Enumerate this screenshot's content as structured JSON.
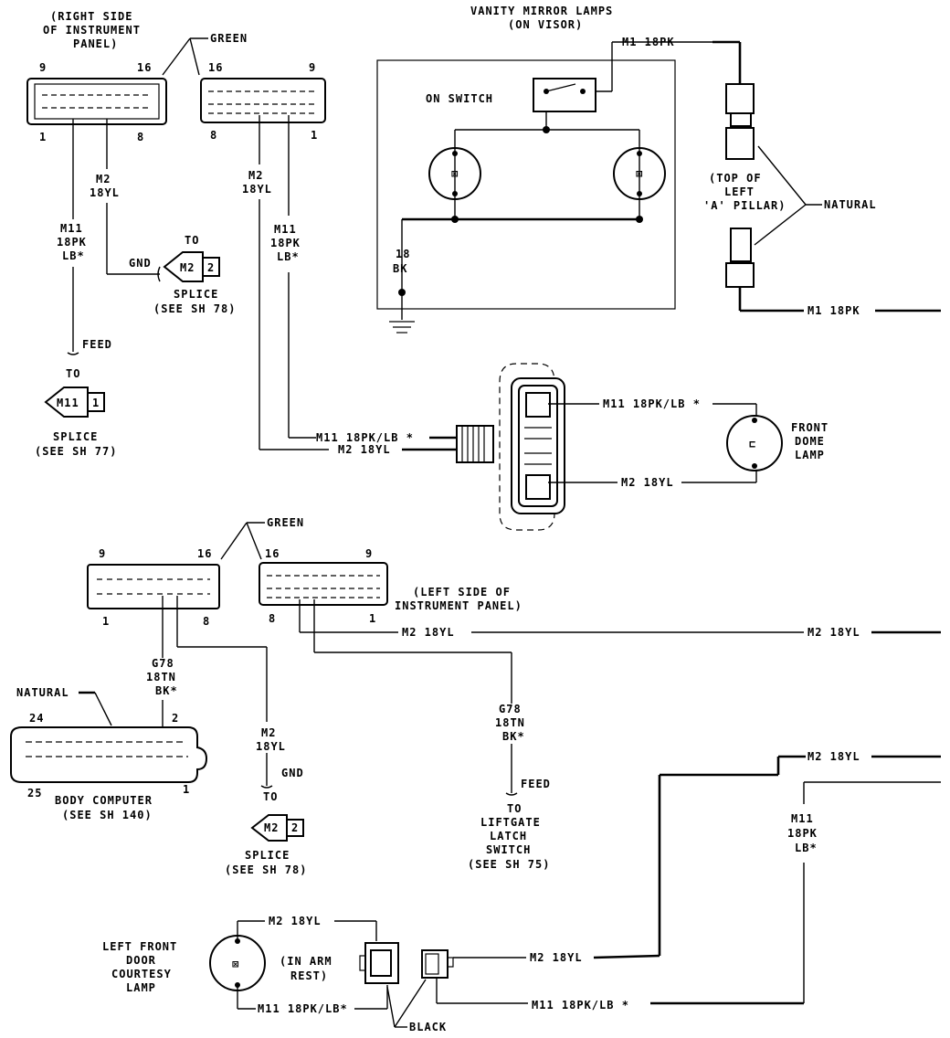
{
  "vanity": {
    "title": "VANITY MIRROR LAMPS",
    "sub": "(ON VISOR)",
    "switch_label": "ON SWITCH",
    "ground_wire": [
      "18",
      "BK"
    ]
  },
  "top_left_connector": {
    "side": [
      "(RIGHT SIDE",
      "OF INSTRUMENT",
      "PANEL)"
    ],
    "pins_top": [
      "9",
      "16"
    ],
    "pins_bottom": [
      "1",
      "8"
    ],
    "color": "GREEN"
  },
  "top_green_connector": {
    "pins_top": [
      "16",
      "9"
    ],
    "pins_bottom": [
      "8",
      "1"
    ]
  },
  "wires_top": {
    "m2_left": [
      "M2",
      "18YL"
    ],
    "m11_left": [
      "M11",
      "18PK",
      "LB*"
    ],
    "m2_mid": [
      "M2",
      "18YL"
    ],
    "m11_mid": [
      "M11",
      "18PK",
      "LB*"
    ],
    "gnd": "GND",
    "feed": "FEED"
  },
  "splice_m2_top": {
    "to": "TO",
    "code": "M2",
    "num": "2",
    "caption": [
      "SPLICE",
      "(SEE SH 78)"
    ]
  },
  "splice_m11_top": {
    "to": "TO",
    "code": "M11",
    "num": "1",
    "caption": [
      "SPLICE",
      "(SEE SH 77)"
    ]
  },
  "pillar": {
    "wire_top": "M1 18PK",
    "note": [
      "(TOP OF",
      "LEFT",
      "'A' PILLAR)"
    ],
    "color": "NATURAL",
    "wire_bottom": "M1 18PK"
  },
  "dome": {
    "m11_wire": "M11 18PK/LB *",
    "m2_wire": "M2 18YL",
    "lamp": [
      "FRONT",
      "DOME",
      "LAMP"
    ],
    "m11_in": "M11 18PK/LB *",
    "m2_in": "M2 18YL"
  },
  "middle": {
    "green": "GREEN",
    "left_pins_top": [
      "9",
      "16"
    ],
    "left_pins_bottom": [
      "1",
      "8"
    ],
    "right_pins_top": [
      "16",
      "9"
    ],
    "right_pins_bottom": [
      "8",
      "1"
    ],
    "left_side": [
      "(LEFT SIDE OF",
      "INSTRUMENT PANEL)"
    ],
    "m2_run": "M2 18YL",
    "m2_run_right": "M2 18YL"
  },
  "body_computer": {
    "natural": "NATURAL",
    "pin24": "24",
    "pin2": "2",
    "pin25": "25",
    "pin1": "1",
    "caption": [
      "BODY COMPUTER",
      "(SEE SH 140)"
    ],
    "g78": [
      "G78",
      "18TN",
      "BK*"
    ]
  },
  "lower_wires": {
    "m2": [
      "M2",
      "18YL"
    ],
    "gnd": "GND",
    "g78": [
      "G78",
      "18TN",
      "BK*"
    ],
    "feed": "FEED"
  },
  "splice_m2_bottom": {
    "to": "TO",
    "code": "M2",
    "num": "2",
    "caption": [
      "SPLICE",
      "(SEE SH 78)"
    ]
  },
  "liftgate": [
    "TO",
    "LIFTGATE",
    "LATCH",
    "SWITCH",
    "(SEE SH 75)"
  ],
  "right_lower": {
    "m2": "M2 18YL",
    "m11": [
      "M11",
      "18PK",
      "LB*"
    ]
  },
  "courtesy": {
    "lamp": [
      "LEFT FRONT",
      "DOOR",
      "COURTESY",
      "LAMP"
    ],
    "m2_top": "M2 18YL",
    "arm": [
      "(IN ARM",
      "REST)"
    ],
    "m11_bottom": "M11 18PK/LB*",
    "m2_right": "M2 18YL",
    "m11_right": "M11 18PK/LB *",
    "black": "BLACK"
  }
}
